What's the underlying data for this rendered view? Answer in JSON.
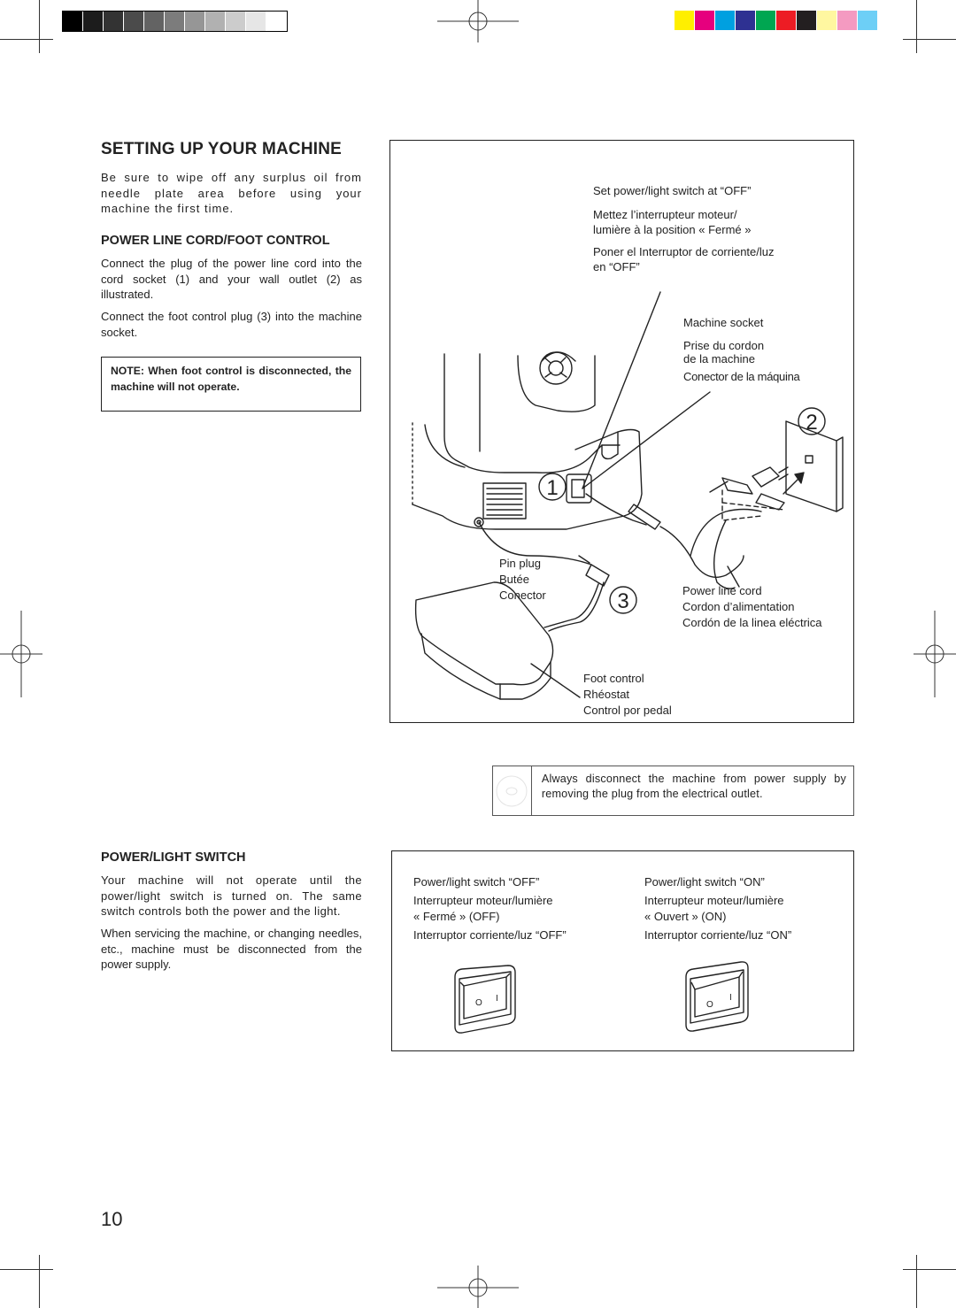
{
  "title": "SETTING UP YOUR MACHINE",
  "intro": "Be sure to wipe off any surplus oil from needle plate area before using your machine the first time.",
  "power_cord": {
    "heading": "POWER LINE CORD/FOOT CONTROL",
    "p1": "Connect the plug of the power line cord into the cord socket (1) and your wall outlet (2) as illustrated.",
    "p2": "Connect the foot control plug (3) into the machine socket.",
    "note": "NOTE: When foot control is disconnected, the machine will not operate."
  },
  "diagram1": {
    "switch_labels": [
      "Set power/light switch at “OFF”",
      "Mettez l’interrupteur moteur/",
      "lumière à la position « Fermé »",
      "Poner el Interruptor de corriente/luz",
      "en “OFF”"
    ],
    "socket_labels": [
      "Machine socket",
      "Prise du cordon",
      "de la machine",
      "Conector de la máquina"
    ],
    "pin_plug_labels": [
      "Pin plug",
      "Butée",
      "Conector"
    ],
    "power_cord_labels": [
      "Power line cord",
      "Cordon d’alimentation",
      "Cordón de la linea eléctrica"
    ],
    "foot_control_labels": [
      "Foot control",
      "Rhéostat",
      "Control por pedal"
    ],
    "numbers": [
      "1",
      "2",
      "3"
    ]
  },
  "warning": "Always disconnect the machine from power supply by removing the plug from the electrical outlet.",
  "power_switch": {
    "heading": "POWER/LIGHT SWITCH",
    "p1": "Your machine will not operate until the power/light switch is turned on. The same switch controls both the power and the light.",
    "p2": "When servicing the machine, or changing needles, etc., machine must be disconnected from the power supply."
  },
  "diagram2": {
    "off_labels": [
      "Power/light switch “OFF”",
      "Interrupteur moteur/lumière",
      "« Fermé » (OFF)",
      "Interruptor corriente/luz “OFF”"
    ],
    "on_labels": [
      "Power/light switch “ON”",
      "Interrupteur moteur/lumière",
      "« Ouvert » (ON)",
      "Interruptor corriente/luz “ON”"
    ],
    "switch_symbols": [
      "O",
      "I"
    ]
  },
  "page_number": "10",
  "colors": {
    "calibration_colors": [
      "#ffef00",
      "#e6007e",
      "#00a0e0",
      "#2e3192",
      "#00a651",
      "#ed1c24",
      "#231f20",
      "#fff7a0",
      "#f49ac1",
      "#6dcff6"
    ],
    "gray_ramp": [
      "#000000",
      "#1c1c1c",
      "#333333",
      "#4b4b4b",
      "#636363",
      "#7c7c7c",
      "#969696",
      "#b1b1b1",
      "#cccccc",
      "#e6e6e6",
      "#ffffff"
    ]
  }
}
